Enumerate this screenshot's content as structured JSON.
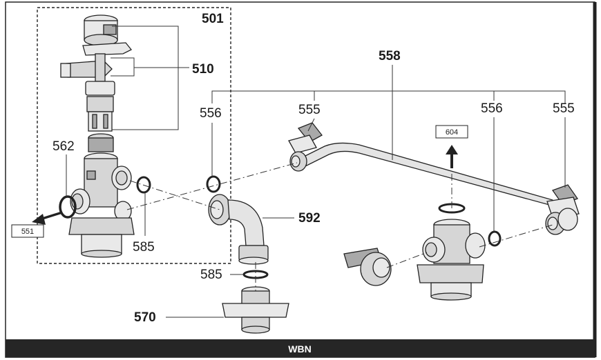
{
  "labels": {
    "l501": "501",
    "l510": "510",
    "l558": "558",
    "l556a": "556",
    "l555a": "555",
    "l556b": "556",
    "l555b": "555",
    "l562": "562",
    "l604": "604",
    "l551": "551",
    "l585a": "585",
    "l592": "592",
    "l585b": "585",
    "l570": "570"
  },
  "footer": {
    "text": "WBN"
  }
}
